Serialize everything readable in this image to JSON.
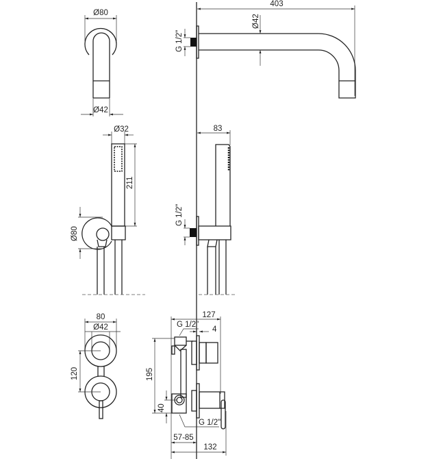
{
  "title": "Concealed shower set technical drawing",
  "shower_arm": {
    "flange_diameter": "Ø80",
    "arm_diameter_front": "Ø42",
    "length": "403",
    "arm_diameter_side": "Ø42",
    "thread": "G 1/2\""
  },
  "hand_shower": {
    "handle_diameter": "Ø32",
    "handle_length": "211",
    "flange_diameter": "Ø80",
    "projection": "83",
    "thread": "G 1/2\""
  },
  "mixer": {
    "flange_width": "80",
    "handle_diameter": "Ø42",
    "spacing": "120",
    "depth": "127",
    "thread_top": "G 1/2\"",
    "flange_thickness": "4",
    "height": "195",
    "outlet_offset": "40",
    "thread_bottom": "G 1/2\"",
    "installation_depth": "57-85",
    "total_depth": "132"
  }
}
